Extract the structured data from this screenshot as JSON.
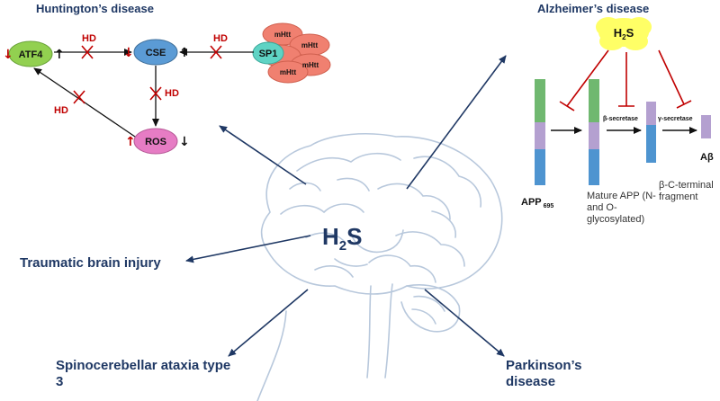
{
  "center_label": {
    "main": "H",
    "sub": "2",
    "tail": "S"
  },
  "huntington": {
    "title": "Huntington’s disease",
    "nodes": {
      "atf4": "ATF4",
      "cse": "CSE",
      "sp1": "SP1",
      "ros": "ROS",
      "mhtt": "mHtt"
    },
    "hd_label": "HD",
    "arrows": {
      "down": "↓",
      "up": "↑"
    }
  },
  "alzheimer": {
    "title": "Alzheimer’s disease",
    "h2s": {
      "main": "H",
      "sub": "2",
      "tail": "S"
    },
    "beta_secretase": "β-secretase",
    "gamma_secretase": "γ-secretase",
    "app695": {
      "main": "APP",
      "sub": "695"
    },
    "mature_app": "Mature APP (N- and O- glycosylated)",
    "ctf": "β-C-terminal fragment",
    "abeta": "Aβ"
  },
  "outer_labels": {
    "tbi": "Traumatic brain injury",
    "sca3": "Spinocerebellar ataxia type 3",
    "parkinson": "Parkinson’s disease"
  },
  "colors": {
    "navy": "#1f3864",
    "red_inhibit": "#c00000",
    "atf4": "#92d050",
    "cse": "#5b9bd5",
    "ros": "#e67cc4",
    "sp1": "#5fd3c4",
    "mhtt": "#f08070",
    "h2s_cloud": "#ffff66",
    "bar_green": "#70b870",
    "bar_purple": "#b4a0d0",
    "bar_blue": "#4e94d0",
    "brain_line": "#b8c8dc"
  }
}
